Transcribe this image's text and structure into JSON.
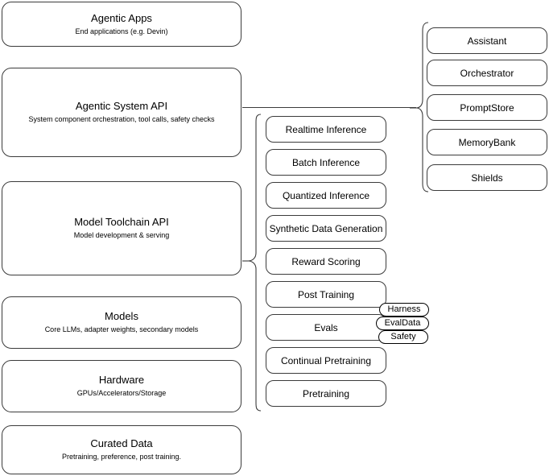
{
  "diagram": {
    "title": "AI Stack Layered Architecture Diagram",
    "stroke_color": "#3b3b3b",
    "background_color": "#ffffff",
    "pill_stroke_color": "#000000"
  },
  "stack_layers": [
    {
      "id": "agentic-apps",
      "title": "Agentic Apps",
      "subtitle": "End applications (e.g. Devin)"
    },
    {
      "id": "agentic-system-api",
      "title": "Agentic System API",
      "subtitle": "System component orchestration, tool calls, safety checks"
    },
    {
      "id": "model-toolchain-api",
      "title": "Model Toolchain API",
      "subtitle": "Model development & serving"
    },
    {
      "id": "models",
      "title": "Models",
      "subtitle": "Core LLMs, adapter weights, secondary models"
    },
    {
      "id": "hardware",
      "title": "Hardware",
      "subtitle": "GPUs/Accelerators/Storage"
    },
    {
      "id": "curated-data",
      "title": "Curated Data",
      "subtitle": "Pretraining, preference, post training."
    }
  ],
  "toolchain_components": [
    {
      "id": "realtime-inference",
      "label": "Realtime Inference"
    },
    {
      "id": "batch-inference",
      "label": "Batch Inference"
    },
    {
      "id": "quantized-inference",
      "label": "Quantized Inference"
    },
    {
      "id": "synthetic-data-generation",
      "label": "Synthetic Data Generation"
    },
    {
      "id": "reward-scoring",
      "label": "Reward Scoring"
    },
    {
      "id": "post-training",
      "label": "Post Training"
    },
    {
      "id": "evals",
      "label": "Evals"
    },
    {
      "id": "continual-pretraining",
      "label": "Continual Pretraining"
    },
    {
      "id": "pretraining",
      "label": "Pretraining"
    }
  ],
  "agentic_components": [
    {
      "id": "assistant",
      "label": "Assistant"
    },
    {
      "id": "orchestrator",
      "label": "Orchestrator"
    },
    {
      "id": "promptstore",
      "label": "PromptStore"
    },
    {
      "id": "memorybank",
      "label": "MemoryBank"
    },
    {
      "id": "shields",
      "label": "Shields"
    }
  ],
  "evals_badges": [
    {
      "id": "harness",
      "label": "Harness"
    },
    {
      "id": "evaldata",
      "label": "EvalData"
    },
    {
      "id": "safety",
      "label": "Safety"
    }
  ]
}
